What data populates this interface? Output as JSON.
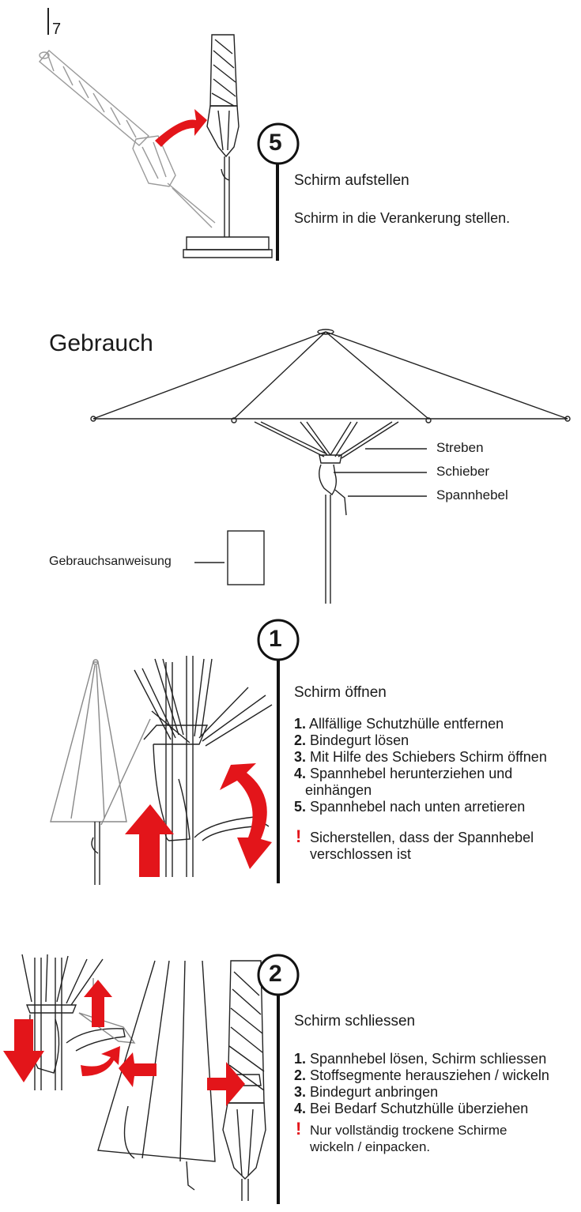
{
  "page": {
    "number": "7"
  },
  "step5": {
    "number": "5",
    "title": "Schirm aufstellen",
    "text": "Schirm in die Verankerung stellen."
  },
  "usage": {
    "title": "Gebrauch",
    "labels": {
      "struts": "Streben",
      "slider": "Schieber",
      "lever": "Spannhebel",
      "manual": "Gebrauchsanweisung"
    }
  },
  "step1": {
    "number": "1",
    "title": "Schirm öffnen",
    "items": [
      {
        "n": "1.",
        "text": "Allfällige Schutzhülle entfernen"
      },
      {
        "n": "2.",
        "text": "Bindegurt lösen"
      },
      {
        "n": "3.",
        "text": "Mit Hilfe des Schiebers Schirm öffnen"
      },
      {
        "n": "4.",
        "text": "Spannhebel herunterziehen und"
      },
      {
        "n": "",
        "text": "einhängen"
      },
      {
        "n": "5.",
        "text": "Spannhebel nach unten arretieren"
      }
    ],
    "warning_mark": "!",
    "warning": [
      "Sicherstellen, dass der Spannhebel",
      "verschlossen ist"
    ]
  },
  "step2": {
    "number": "2",
    "title": "Schirm schliessen",
    "items": [
      {
        "n": "1.",
        "text": "Spannhebel lösen, Schirm schliessen"
      },
      {
        "n": "2.",
        "text": "Stoffsegmente herausziehen / wickeln"
      },
      {
        "n": "3.",
        "text": "Bindegurt anbringen"
      },
      {
        "n": "4.",
        "text": "Bei Bedarf Schutzhülle überziehen"
      }
    ],
    "warning_mark": "!",
    "warning": [
      "Nur vollständig trockene Schirme",
      "wickeln / einpacken."
    ]
  },
  "colors": {
    "accent": "#e3151a",
    "ink": "#1a1a1a"
  }
}
